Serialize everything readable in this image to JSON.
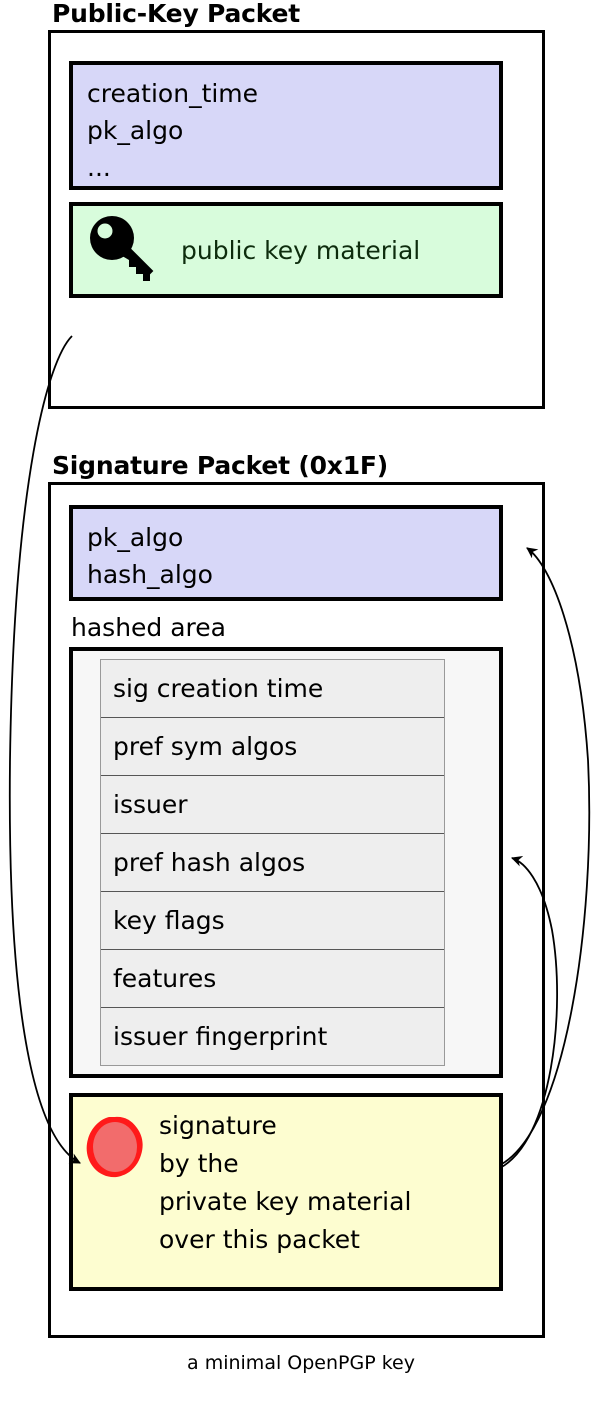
{
  "diagram": {
    "caption": "a minimal OpenPGP key",
    "colors": {
      "meta_block": "#d7d7f8",
      "key_material_block": "#d8fcdc",
      "signature_block": "#fdfdd0",
      "hashed_area_block": "#f7f7f7",
      "subpacket_row": "#eeeeee",
      "seal_outer": "#ff1a1a",
      "seal_inner": "#f26c6c",
      "outline": "#000000",
      "key_material_text": "#0d2c0d"
    }
  },
  "public_key_packet": {
    "title": "Public-Key Packet",
    "meta_fields": [
      "creation_time",
      "pk_algo",
      "..."
    ],
    "key_material": {
      "icon": "key-icon",
      "label": "public key material"
    }
  },
  "signature_packet": {
    "title": "Signature Packet (0x1F)",
    "meta_fields": [
      "pk_algo",
      "hash_algo"
    ],
    "hashed_area": {
      "label": "hashed area",
      "subpackets": [
        "sig creation time",
        "pref sym algos",
        "issuer",
        "pref hash algos",
        "key flags",
        "features",
        "issuer fingerprint"
      ]
    },
    "signature_value": {
      "icon": "wax-seal-icon",
      "lines": [
        "signature",
        "by the",
        "private key material",
        "over this packet"
      ]
    }
  },
  "arrows": [
    {
      "name": "public-key-to-signature",
      "from": "public-key-packet",
      "to": "signature-value"
    },
    {
      "name": "signature-to-sig-meta",
      "from": "signature-value",
      "to": "signature-meta-fields"
    },
    {
      "name": "signature-to-hashed-area",
      "from": "signature-value",
      "to": "hashed-area"
    }
  ]
}
